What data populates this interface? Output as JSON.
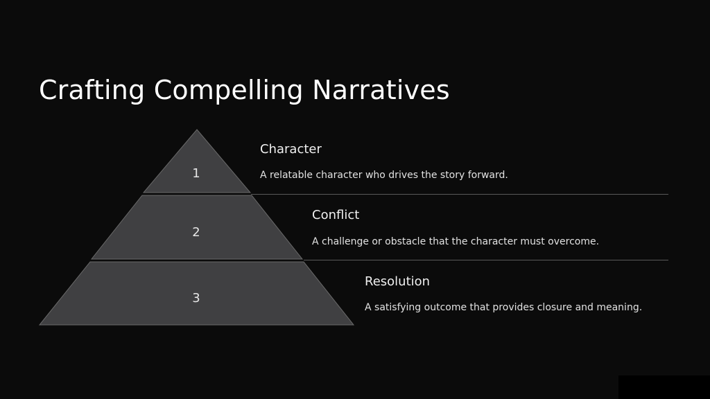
{
  "slide": {
    "title": "Crafting Compelling Narratives"
  },
  "pyramid": {
    "tier_color": "#404042",
    "tier_stroke": "#6a6a6a",
    "tiers": [
      {
        "number": "1",
        "heading": "Character",
        "description": "A relatable character who drives the story forward."
      },
      {
        "number": "2",
        "heading": "Conflict",
        "description": "A challenge or obstacle that the character must overcome."
      },
      {
        "number": "3",
        "heading": "Resolution",
        "description": "A satisfying outcome that provides closure and meaning."
      }
    ]
  }
}
